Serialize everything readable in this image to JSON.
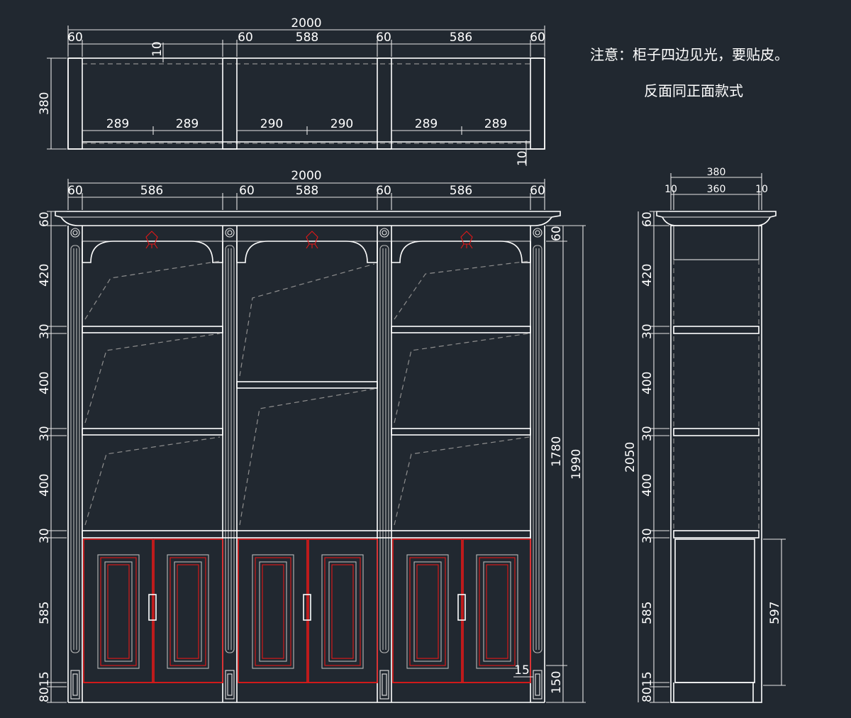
{
  "notes": {
    "line1": "注意：柜子四边见光，要贴皮。",
    "line2": "反面同正面款式"
  },
  "top_view": {
    "overall_width": "2000",
    "segments": [
      "60",
      "60",
      "588",
      "60",
      "586",
      "60"
    ],
    "depth": "380",
    "inset_top": "10",
    "inset_bottom": "10",
    "shelf_spans": [
      "289",
      "289",
      "290",
      "290",
      "289",
      "289"
    ]
  },
  "front_view": {
    "overall_width": "2000",
    "segments": [
      "60",
      "586",
      "60",
      "588",
      "60",
      "586",
      "60"
    ],
    "left_heights": [
      "60",
      "420",
      "30",
      "400",
      "30",
      "400",
      "30",
      "585",
      "15",
      "80"
    ],
    "right_heights": [
      "60",
      "1780",
      "1990",
      "150"
    ],
    "door_gap": "15"
  },
  "side_view": {
    "overall_depth": "380",
    "inner_segments": [
      "10",
      "360",
      "10"
    ],
    "total_height": "2050",
    "left_heights": [
      "60",
      "420",
      "30",
      "400",
      "30",
      "400",
      "30",
      "585",
      "15",
      "80"
    ],
    "door_height": "597"
  },
  "colors": {
    "background": "#212830",
    "linework": "#ffffff",
    "doors": "#e41818",
    "hidden_lines": "#8e8e8e"
  }
}
